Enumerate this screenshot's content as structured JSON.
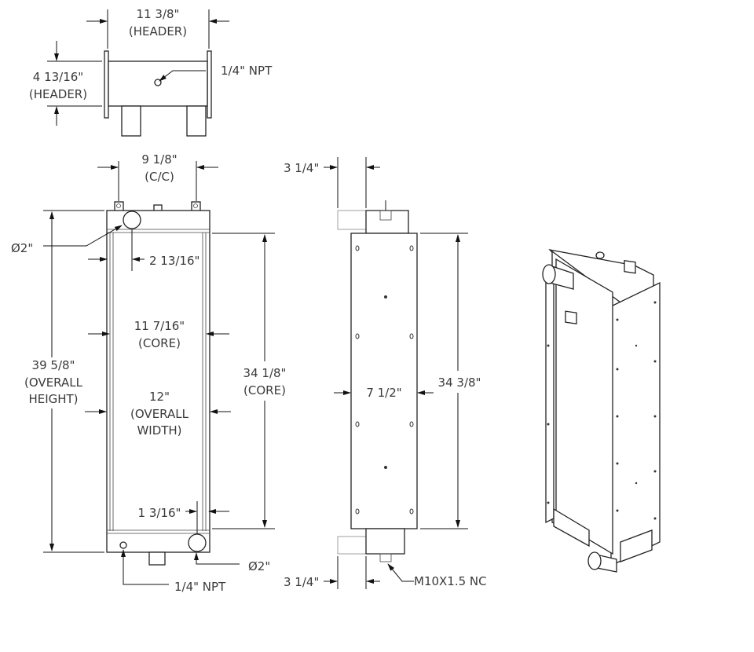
{
  "top_view": {
    "header_width": "11 3/8\"",
    "header_width_note": "(HEADER)",
    "header_height": "4 13/16\"",
    "header_height_note": "(HEADER)",
    "port": "1/4\" NPT"
  },
  "front_view": {
    "cc": "9 1/8\"",
    "cc_note": "(C/C)",
    "inlet_dia": "Ø2\"",
    "inlet_offset": "2 13/16\"",
    "core_width": "11 7/16\"",
    "core_width_note": "(CORE)",
    "overall_height": "39 5/8\"",
    "overall_height_note1": "(OVERALL",
    "overall_height_note2": "HEIGHT)",
    "overall_width": "12\"",
    "overall_width_note1": "(OVERALL",
    "overall_width_note2": "WIDTH)",
    "core_height": "34 1/8\"",
    "core_height_note": "(CORE)",
    "outlet_offset": "1 3/16\"",
    "outlet_dia": "Ø2\"",
    "drain_port": "1/4\" NPT"
  },
  "side_view": {
    "top_offset": "3 1/4\"",
    "depth": "7 1/2\"",
    "height": "34 3/8\"",
    "bottom_offset": "3 1/4\"",
    "thread": "M10X1.5 NC"
  }
}
